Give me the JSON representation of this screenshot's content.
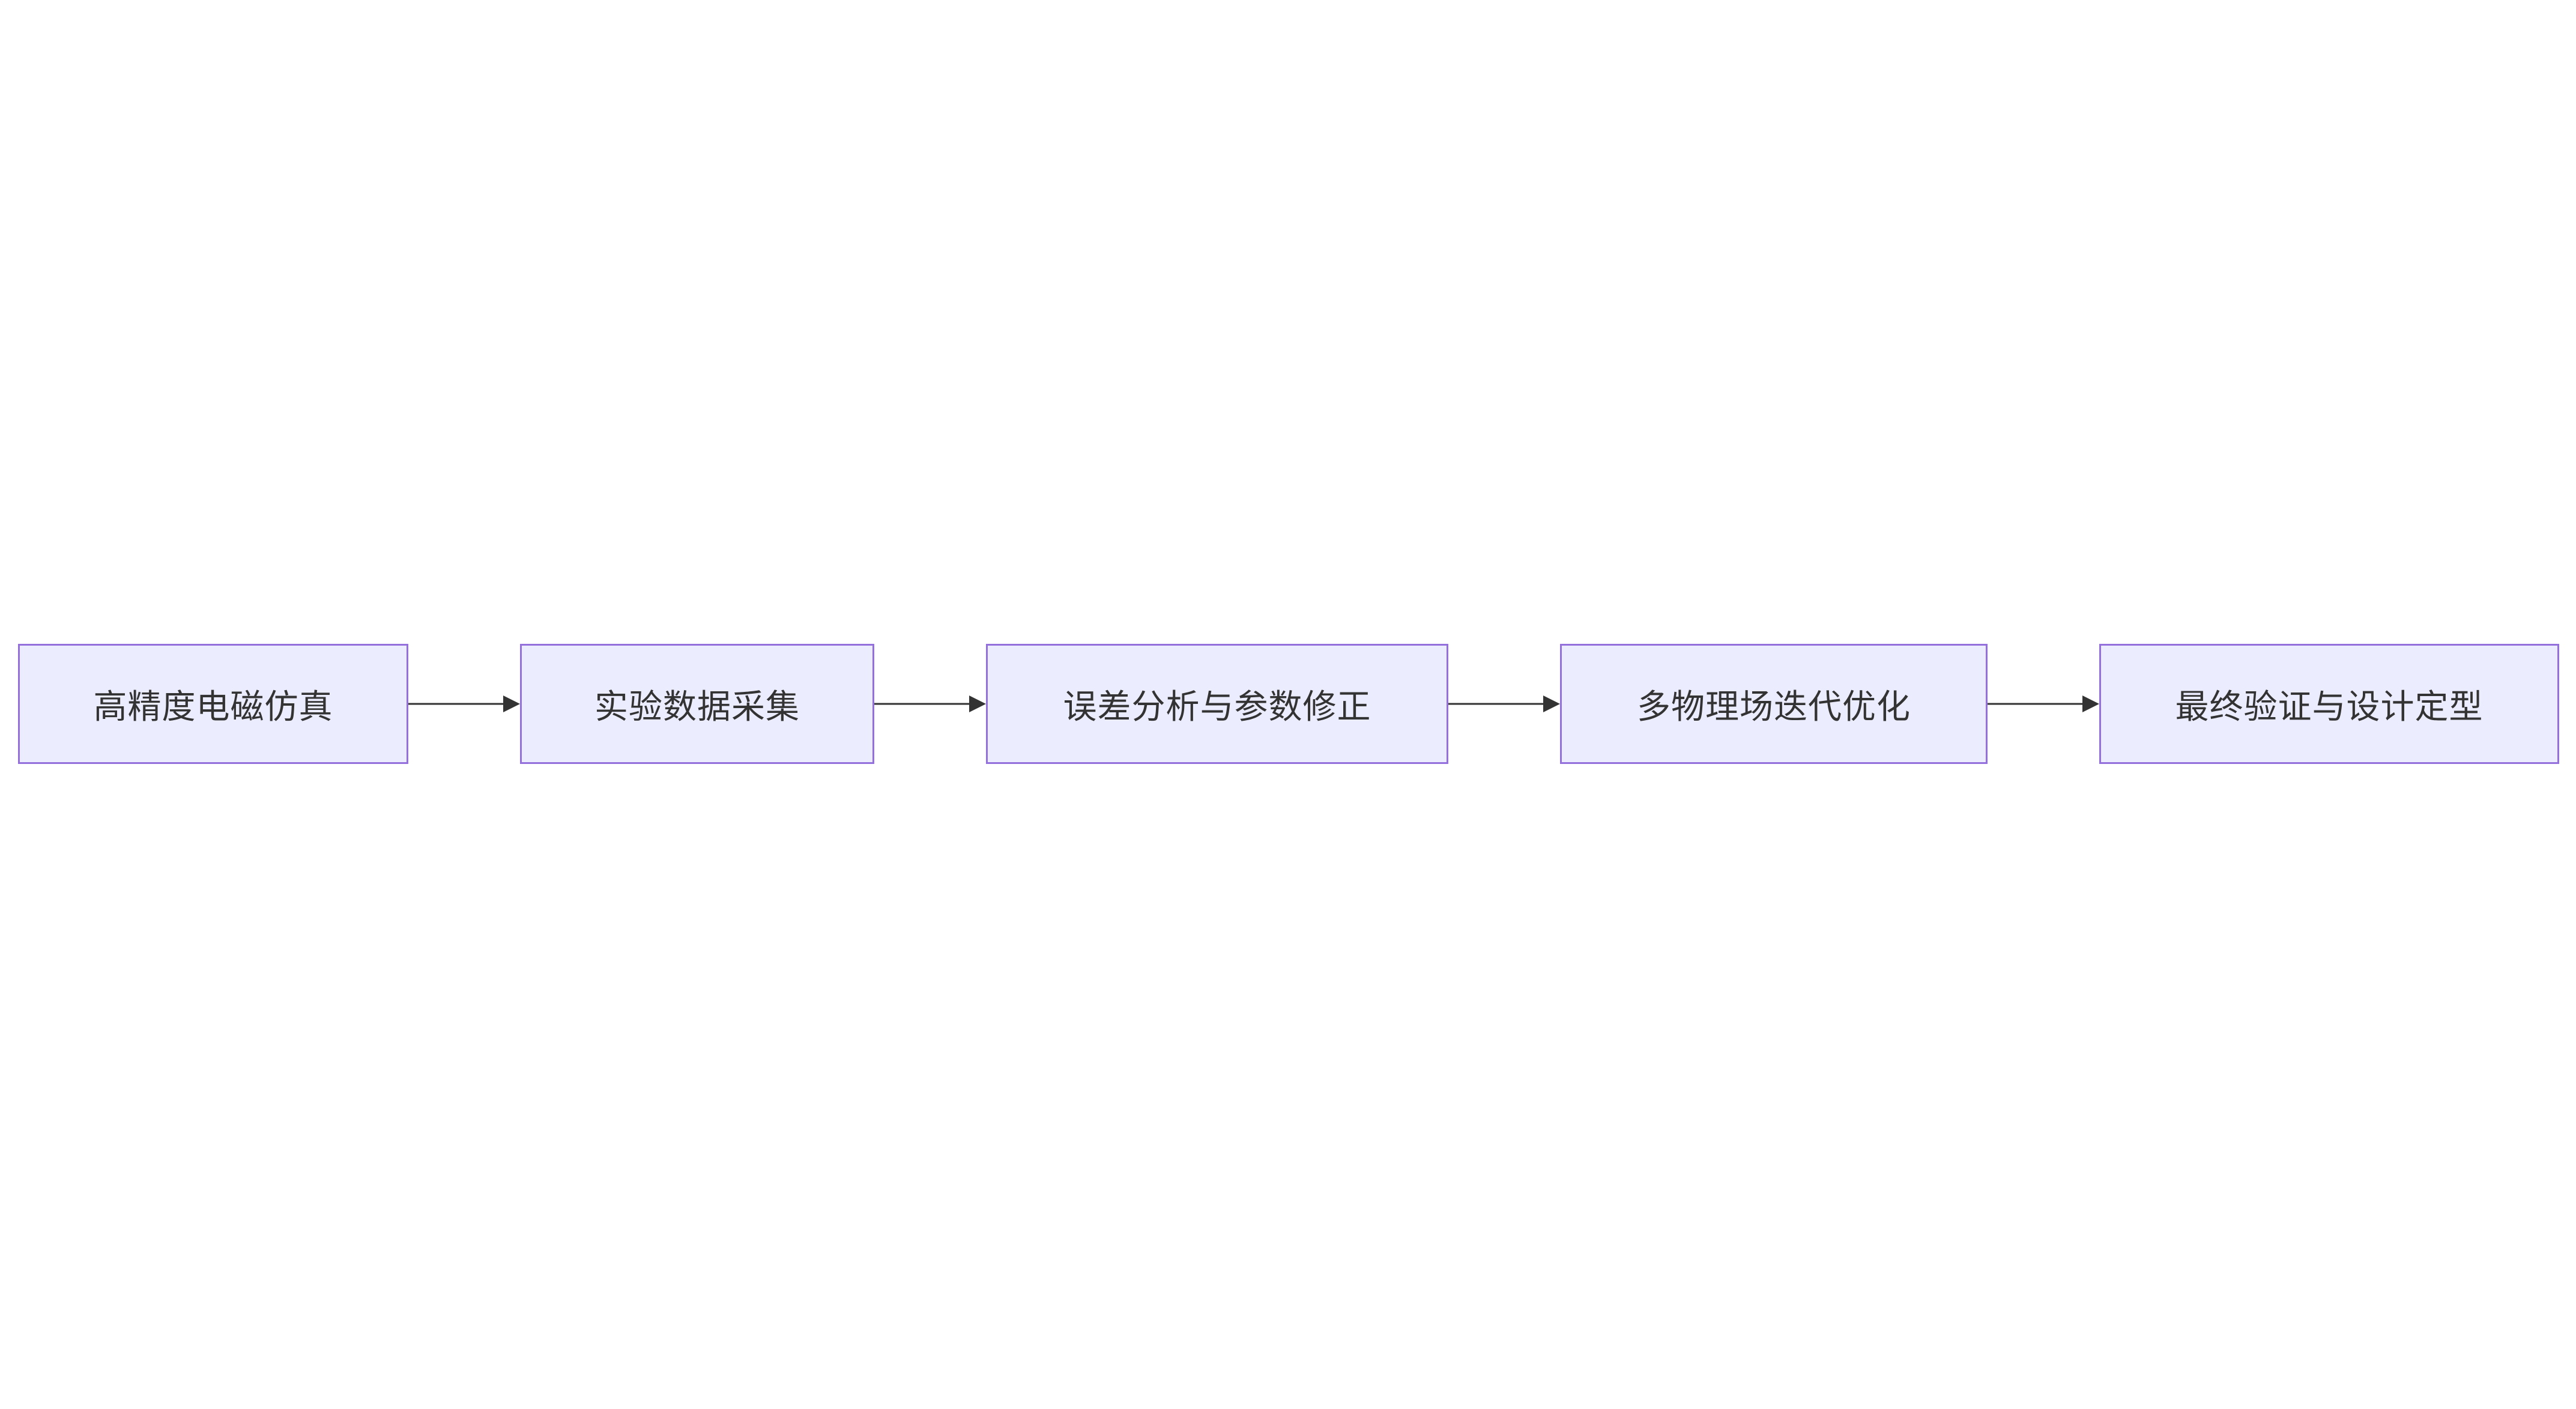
{
  "flowchart": {
    "nodes": [
      {
        "id": "n1",
        "label": "高精度电磁仿真"
      },
      {
        "id": "n2",
        "label": "实验数据采集"
      },
      {
        "id": "n3",
        "label": "误差分析与参数修正"
      },
      {
        "id": "n4",
        "label": "多物理场迭代优化"
      },
      {
        "id": "n5",
        "label": "最终验证与设计定型"
      }
    ],
    "edges": [
      {
        "from": "n1",
        "to": "n2"
      },
      {
        "from": "n2",
        "to": "n3"
      },
      {
        "from": "n3",
        "to": "n4"
      },
      {
        "from": "n4",
        "to": "n5"
      }
    ],
    "colors": {
      "node_fill": "#ececff",
      "node_border": "#9370db",
      "edge": "#333333",
      "text": "#333333"
    }
  }
}
